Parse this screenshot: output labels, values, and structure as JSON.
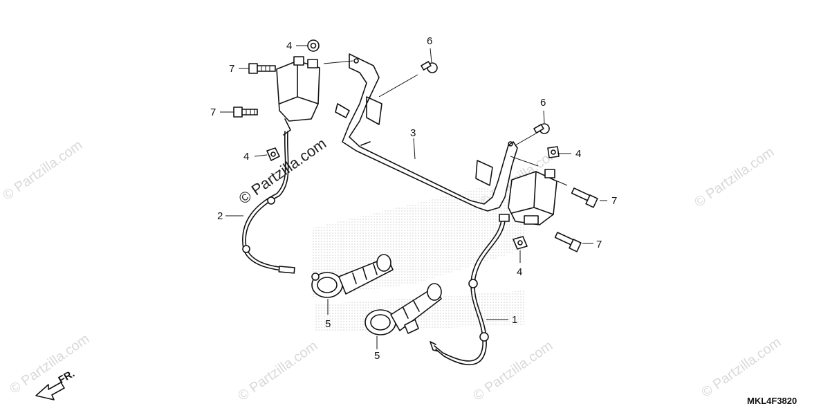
{
  "watermark": {
    "text": "© Partzilla.com"
  },
  "diagram": {
    "reference_code": "MKL4F3820",
    "front_indicator": "FR."
  },
  "callouts": [
    {
      "id": "callout-1",
      "label": "1"
    },
    {
      "id": "callout-2",
      "label": "2"
    },
    {
      "id": "callout-3",
      "label": "3"
    },
    {
      "id": "callout-4a",
      "label": "4"
    },
    {
      "id": "callout-4b",
      "label": "4"
    },
    {
      "id": "callout-4c",
      "label": "4"
    },
    {
      "id": "callout-4d",
      "label": "4"
    },
    {
      "id": "callout-5a",
      "label": "5"
    },
    {
      "id": "callout-5b",
      "label": "5"
    },
    {
      "id": "callout-6a",
      "label": "6"
    },
    {
      "id": "callout-6b",
      "label": "6"
    },
    {
      "id": "callout-7a",
      "label": "7"
    },
    {
      "id": "callout-7b",
      "label": "7"
    },
    {
      "id": "callout-7c",
      "label": "7"
    },
    {
      "id": "callout-7d",
      "label": "7"
    }
  ]
}
